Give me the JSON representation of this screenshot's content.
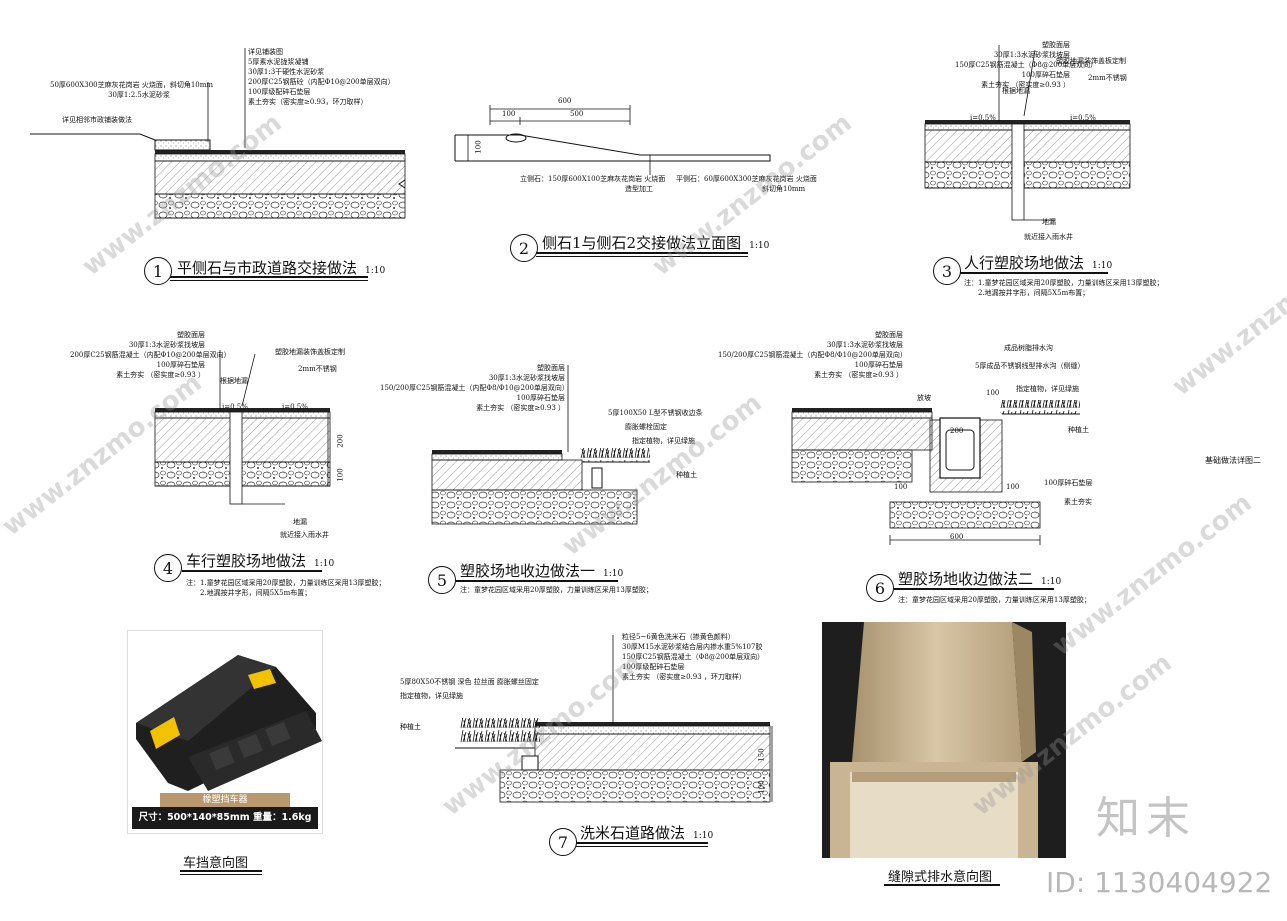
{
  "side_label": "基础做法详图二",
  "watermark": {
    "brand_text": "知末",
    "brand_url": "www.znzmo.com",
    "id_label": "ID: 1130404922"
  },
  "details": [
    {
      "number": "1",
      "title": "平侧石与市政道路交接做法",
      "scale": "1:10",
      "notes_right": [
        "详见铺装图",
        "5厚素水泥拢浆凝铺",
        "30厚1:3干硬性水泥砂浆",
        "200厚C25钢筋砼（内配Φ10@200单层双向）",
        "100厚级配碎石垫层",
        "素土夯实（密实度≥0.93，环刀取样）"
      ],
      "notes_left": [
        "50厚600X300芝麻灰花岗岩 火烧面，斜切角10mm",
        "30厚1:2.5水泥砂浆"
      ],
      "note_road": "详见相邻市政铺装做法"
    },
    {
      "number": "2",
      "title": "侧石1与侧石2交接做法立面图",
      "scale": "1:10",
      "dims": [
        "600",
        "100",
        "500",
        "100"
      ],
      "notes": [
        "立侧石：150厚600X100芝麻灰花岗岩 火烧面",
        "造型加工",
        "平侧石：60厚600X300芝麻灰花岗岩 火烧面",
        "斜切角10mm"
      ]
    },
    {
      "number": "3",
      "title": "人行塑胶场地做法",
      "scale": "1:10",
      "notes": [
        "塑胶面层",
        "30厚1:3水泥砂浆找坡层",
        "150厚C25钢筋混凝土（Φ8@200单层双向）",
        "100厚碎石垫层",
        "素土夯实  （密实度≥0.93 ）"
      ],
      "notes_right": [
        "塑胶地漏装饰盖板定制",
        "2mm不锈钢",
        "根据地漏"
      ],
      "labels": [
        "地漏",
        "就近接入雨水井",
        "i=0.5%",
        "i=0.5%"
      ],
      "footnotes": [
        "注：1.童梦花园区域采用20厚塑胶，力量训练区采用13厚塑胶；",
        "2.地漏按井字形，间隔5X5m布置；"
      ]
    },
    {
      "number": "4",
      "title": "车行塑胶场地做法",
      "scale": "1:10",
      "notes": [
        "塑胶面层",
        "30厚1:3水泥砂浆找坡层",
        "200厚C25钢筋混凝土（内配Φ10@200单层双向）",
        "100厚碎石垫层",
        "素土夯实  （密实度≥0.93 ）"
      ],
      "notes_right": [
        "塑胶地漏装饰盖板定制",
        "2mm不锈钢",
        "根据地漏"
      ],
      "labels": [
        "地漏",
        "就近接入雨水井",
        "i=0.5%",
        "i=0.5%",
        "200",
        "100"
      ],
      "footnotes": [
        "注：1.童梦花园区域采用20厚塑胶，力量训练区采用13厚塑胶；",
        "2.地漏按井字形，间隔5X5m布置；"
      ]
    },
    {
      "number": "5",
      "title": "塑胶场地收边做法一",
      "scale": "1:10",
      "notes": [
        "塑胶面层",
        "30厚1:3水泥砂浆找坡层",
        "150/200厚C25钢筋混凝土（内配Φ8/Φ10@200单层双向）",
        "100厚碎石垫层",
        "素土夯实  （密实度≥0.93 ）"
      ],
      "notes_right": [
        "5厚100X50 L型不锈钢收边条",
        "膨胀螺栓固定",
        "指定植物，详见绿施",
        "种植土"
      ],
      "footnotes": [
        "注：童梦花园区域采用20厚塑胶，力量训练区采用13厚塑胶；"
      ]
    },
    {
      "number": "6",
      "title": "塑胶场地收边做法二",
      "scale": "1:10",
      "notes": [
        "塑胶面层",
        "30厚1:3水泥砂浆找坡层",
        "150/200厚C25钢筋混凝土（内配Φ8/Φ10@200单层双向）",
        "100厚碎石垫层",
        "素土夯实  （密实度≥0.93 ）"
      ],
      "notes_right": [
        "成品树脂排水沟",
        "5厚成品不锈钢线型排水沟（侧缝）",
        "指定植物，详见绿施",
        "种植土",
        "100厚碎石垫层",
        "素土夯实"
      ],
      "labels": [
        "放坡",
        "200",
        "100",
        "100",
        "100",
        "600"
      ],
      "footnotes": [
        "注：童梦花园区域采用20厚塑胶，力量训练区采用13厚塑胶；"
      ]
    },
    {
      "number": "7",
      "title": "洗米石道路做法",
      "scale": "1:10",
      "notes": [
        "粒径5~6黄色洗米石（掺黄色颜料）",
        "30厚M15水泥砂浆结合层内掺水重5%107胶",
        "150厚C25钢筋混凝土（Φ8@200单层双向）",
        "100厚级配碎石垫层",
        "素土夯实  （密实度≥0.93 ，环刀取样）"
      ],
      "notes_left": [
        "5厚80X50不锈钢 深色 拉丝面 膨胀螺丝固定",
        "指定植物，详见绿施",
        "种植土"
      ],
      "labels": [
        "150",
        "100"
      ]
    }
  ],
  "photos": [
    {
      "caption": "车挡意向图",
      "product_name": "橡塑挡车器",
      "product_spec": "尺寸：500*140*85mm  重量：1.6kg"
    },
    {
      "caption": "缝隙式排水意向图"
    }
  ],
  "colors": {
    "line": "#111111",
    "photo_bg": "#1e1e1e",
    "stopper_yellow": "#f2c200",
    "channel_beige": "#c9b493",
    "watermark_gray": "#b0b0b0"
  }
}
